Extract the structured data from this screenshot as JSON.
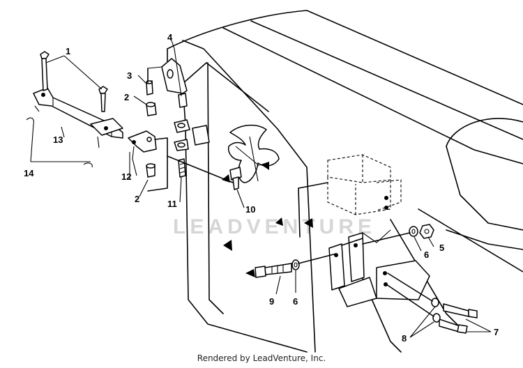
{
  "diagram": {
    "watermark": "LEADVENTURE",
    "footer": "Rendered by LeadVenture, Inc.",
    "callouts": {
      "c1": "1",
      "c2a": "2",
      "c2b": "2",
      "c3": "3",
      "c4": "4",
      "c5": "5",
      "c6a": "6",
      "c6b": "6",
      "c7": "7",
      "c8": "8",
      "c9": "9",
      "c10": "10",
      "c11": "11",
      "c12": "12",
      "c13": "13",
      "c14": "14"
    }
  }
}
